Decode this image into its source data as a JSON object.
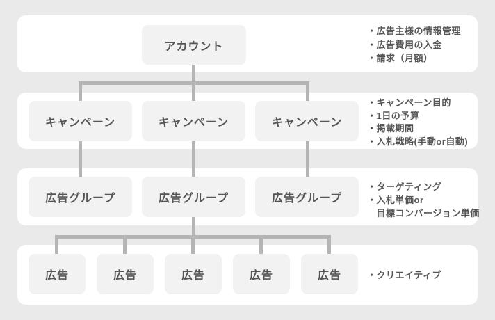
{
  "diagram": {
    "tiers": [
      {
        "level": "account",
        "boxes": [
          "アカウント"
        ],
        "notes": [
          "・広告主様の情報管理",
          "・広告費用の入金",
          "・請求（月額）"
        ]
      },
      {
        "level": "campaign",
        "boxes": [
          "キャンペーン",
          "キャンペーン",
          "キャンペーン"
        ],
        "notes": [
          "・キャンペーン目的",
          "・1日の予算",
          "・掲載期間",
          "・入札戦略(手動or自動)"
        ]
      },
      {
        "level": "ad-group",
        "boxes": [
          "広告グループ",
          "広告グループ",
          "広告グループ"
        ],
        "notes": [
          "・ターゲティング",
          "・入札単価or",
          "　目標コンバージョン単価"
        ]
      },
      {
        "level": "ad",
        "boxes": [
          "広告",
          "広告",
          "広告",
          "広告",
          "広告"
        ],
        "notes": [
          "・クリエイティブ"
        ]
      }
    ],
    "colors": {
      "page_bg": "#eaeaea",
      "panel_bg": "#ffffff",
      "node_bg": "#f2f2f2",
      "connector": "#b5b5b5",
      "text": "#565657"
    }
  }
}
